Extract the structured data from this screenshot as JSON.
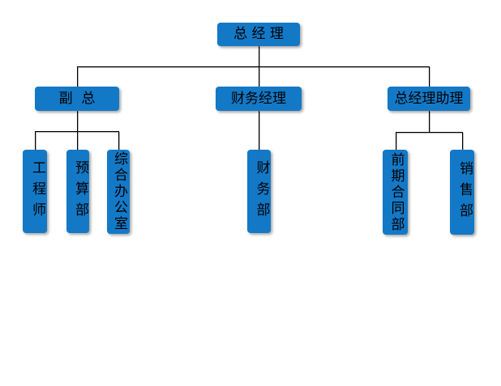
{
  "colors": {
    "node_fill": "#1379C7",
    "node_text": "#000000",
    "connector": "#000000",
    "background": "#FFFFFF"
  },
  "org_chart": {
    "nodes": {
      "general_manager": {
        "label": "总 经 理"
      },
      "deputy_gm": {
        "label": "副  总"
      },
      "finance_manager": {
        "label": "财务经理"
      },
      "gm_assistant": {
        "label": "总经理助理"
      },
      "engineer": {
        "label": "工程师"
      },
      "budget_dept": {
        "label": "预算部"
      },
      "general_office": {
        "label": "综合办公室"
      },
      "finance_dept": {
        "label": "财务部"
      },
      "pre_contract_dept": {
        "label": "前期合同部"
      },
      "sales_dept": {
        "label": "销售部"
      }
    }
  }
}
